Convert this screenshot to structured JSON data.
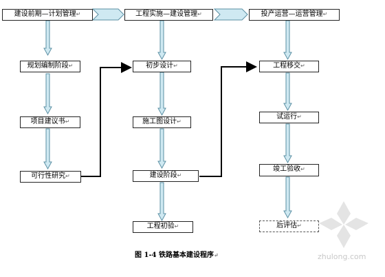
{
  "stages": [
    {
      "label": "建设前期—计划管理",
      "steps": [
        "规划编制阶段",
        "项目建议书",
        "可行性研究"
      ]
    },
    {
      "label": "工程实施—建设管理",
      "steps": [
        "初步设计",
        "施工图设计",
        "建设阶段",
        "工程初验"
      ]
    },
    {
      "label": "投产运营—运营管理",
      "steps": [
        "工程移交",
        "试运行",
        "竣工验收",
        "后评估"
      ]
    }
  ],
  "para_mark": "↵",
  "caption": "图 1-4  铁路基本建设程序",
  "watermark": "zhulong.com"
}
